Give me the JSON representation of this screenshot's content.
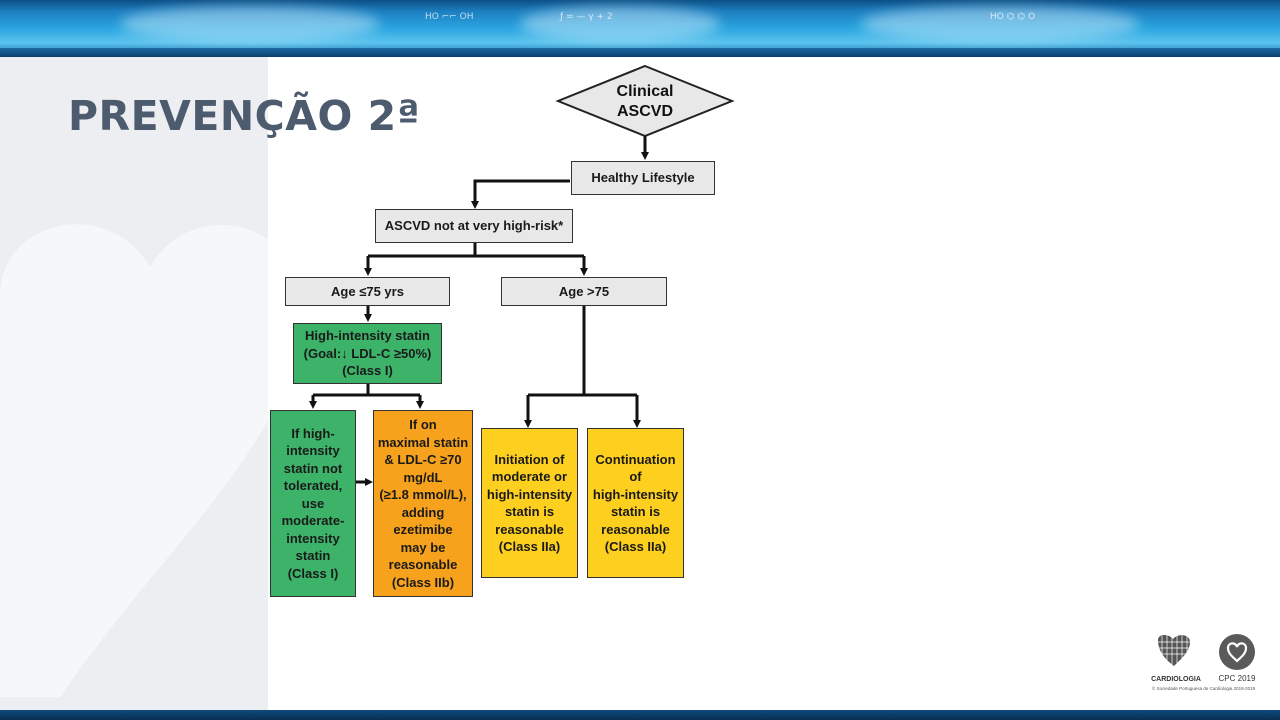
{
  "slide": {
    "title": "PREVENÇÃO 2ª"
  },
  "flowchart": {
    "start": "Clinical\nASCVD",
    "lifestyle": "Healthy Lifestyle",
    "risk": "ASCVD not at very high-risk*",
    "age_young": "Age ≤75 yrs",
    "age_old": "Age >75",
    "high_statin": "High-intensity statin\n(Goal:↓ LDL-C ≥50%)\n(Class I)",
    "not_tolerated": "If high-\nintensity\nstatin not\ntolerated,\nuse\nmoderate-\nintensity\nstatin\n(Class I)",
    "ezetimibe": "If on\nmaximal statin\n& LDL-C ≥70\nmg/dL\n(≥1.8 mmol/L),\nadding\nezetimibe\nmay be\nreasonable\n(Class IIb)",
    "initiation": "Initiation of\nmoderate or\nhigh-intensity\nstatin is\nreasonable\n(Class IIa)",
    "continuation": "Continuation\nof\nhigh-intensity\nstatin is\nreasonable\n(Class IIa)"
  },
  "colors": {
    "title": "#4d5b6e",
    "gray_box": "#e8e8e8",
    "green_box": "#3cb369",
    "orange_box": "#f7a21c",
    "yellow_box": "#fdcf1e"
  },
  "logos": {
    "spc_name": "CARDIOLOGIA",
    "cpc_name": "CPC 2019",
    "copyright": "© Sociedade Portuguesa de Cardiologia 2018-2019",
    "spc_icon": "heart-grid-icon",
    "cpc_icon": "heart-circle-icon"
  }
}
